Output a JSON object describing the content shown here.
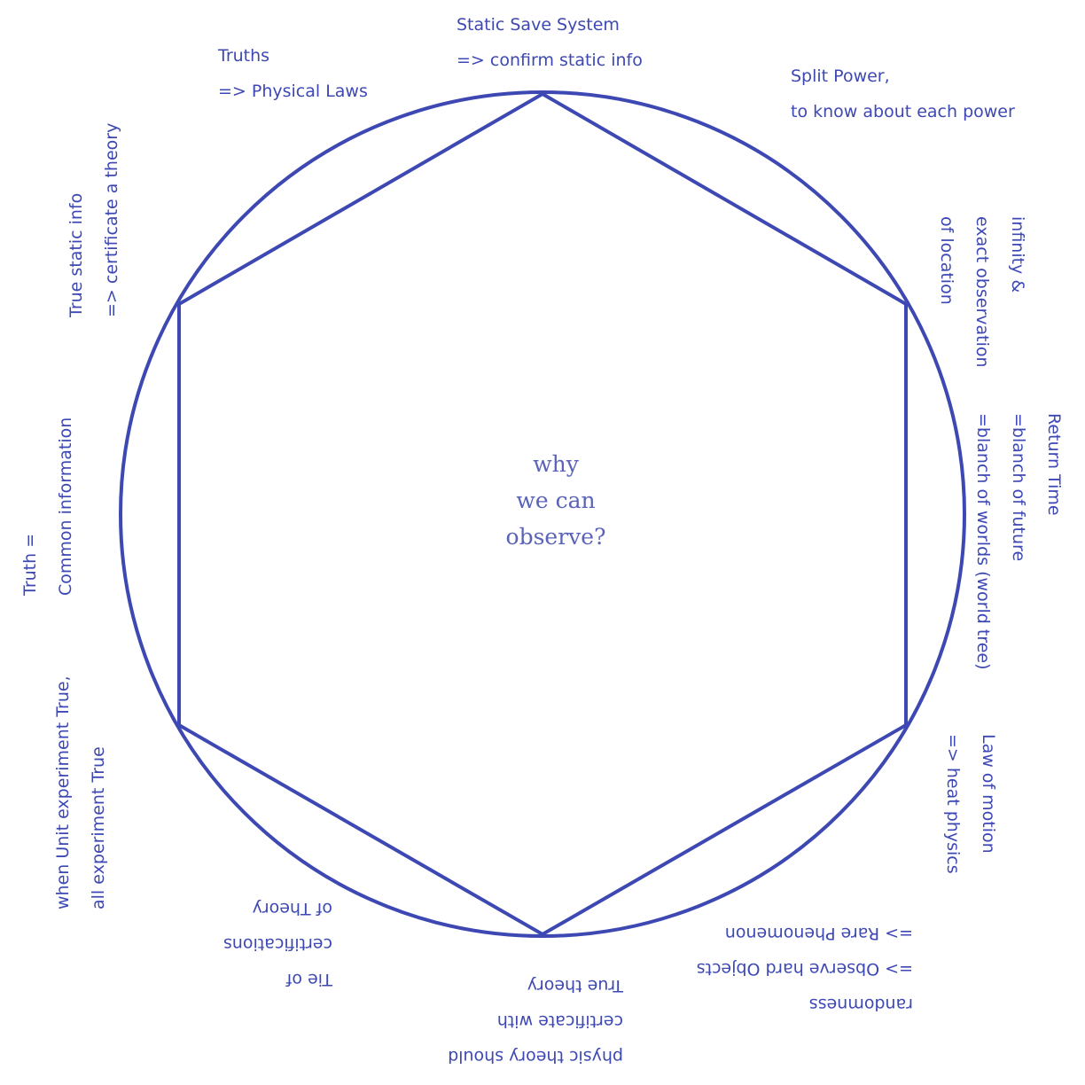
{
  "colors": {
    "stroke": "#3d48b3",
    "text": "#3d48b3",
    "center_text": "#5a63b8"
  },
  "center": {
    "lines": [
      "why",
      "we can",
      "observe?"
    ]
  },
  "labels": {
    "top": [
      "Static Save System",
      "=> confirm static info"
    ],
    "top_left": [
      "Truths",
      "=> Physical Laws"
    ],
    "top_right": [
      "Split Power,",
      "to know about each power"
    ],
    "left_upper": [
      "True static info",
      "=> certificate a theory"
    ],
    "left_middle": [
      "Truth =",
      "Common information"
    ],
    "left_lower": [
      "when Unit experiment True,",
      "all experiment True"
    ],
    "right_upper": [
      "infinity &",
      "exact observation",
      "of location"
    ],
    "right_middle": [
      "Return Time",
      "=blanch of future",
      "=blanch of worlds  (world tree)"
    ],
    "right_lower": [
      "Law of motion",
      "=> heat physics"
    ],
    "bottom_right": [
      "randomness",
      "=> Observe hard Objects",
      "=> Rare Phenomenon"
    ],
    "bottom": [
      "physic theory should",
      "certificate with",
      "True theory"
    ],
    "bottom_left": [
      "Tie of",
      "certifications",
      "of Theory"
    ]
  }
}
